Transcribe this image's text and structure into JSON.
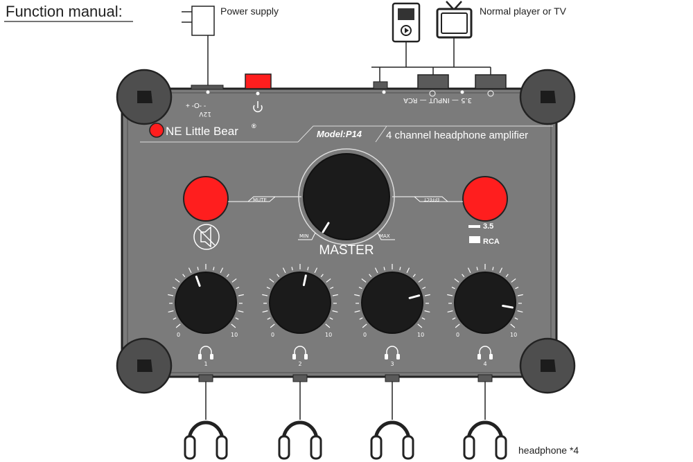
{
  "title": "Function manual:",
  "labels": {
    "power_supply": "Power supply",
    "player": "Normal player or TV",
    "headphones": "headphone *4"
  },
  "device": {
    "brand": "NE Little Bear",
    "registered": "®",
    "model": "Model:P14",
    "description": "4 channel headphone amplifier",
    "voltage": "12V",
    "input_label": "3.5 — INPUT — RCA",
    "mute_label": "MUTE",
    "effect_label": "EFFECT",
    "master_label": "MASTER",
    "master_min": "MIN",
    "master_max": "MAX",
    "input_options": [
      "3.5",
      "RCA"
    ],
    "channel_min": "0",
    "channel_max": "10",
    "channels": [
      {
        "number": "1"
      },
      {
        "number": "2"
      },
      {
        "number": "3"
      },
      {
        "number": "4"
      }
    ]
  },
  "colors": {
    "panel": "#7b7b7b",
    "accent_red": "#ff1e1e",
    "knob": "#1b1b1b"
  },
  "icons": [
    "power-plug-icon",
    "media-player-icon",
    "tv-icon",
    "power-icon",
    "mute-speaker-icon",
    "headphone-icon"
  ]
}
